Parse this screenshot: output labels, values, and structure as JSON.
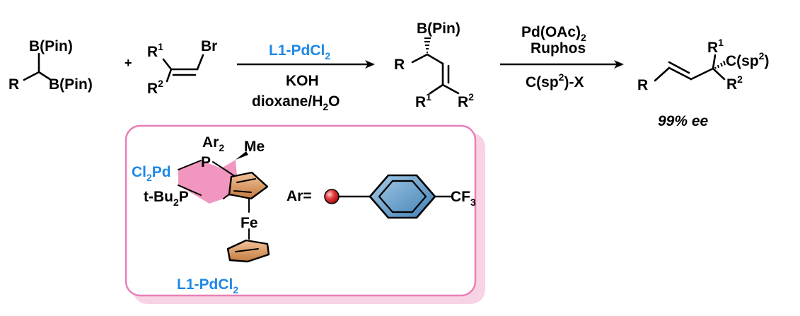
{
  "reactant1": {
    "r": "R",
    "bpin_top": "B(Pin)",
    "bpin_right": "B(Pin)"
  },
  "plus": "+",
  "reactant2": {
    "r1_base": "R",
    "r1_sup": "1",
    "r2_base": "R",
    "r2_sup": "2",
    "br": "Br"
  },
  "arrow1": {
    "catalyst_base": "L1-PdCl",
    "catalyst_sub": "2",
    "base": "KOH",
    "solvent_a": "dioxane/H",
    "solvent_sub": "2",
    "solvent_b": "O"
  },
  "intermediate": {
    "bpin": "B(Pin)",
    "r": "R",
    "r1_base": "R",
    "r1_sup": "1",
    "r2_base": "R",
    "r2_sup": "2"
  },
  "arrow2": {
    "pd_a": "Pd(OAc)",
    "pd_sub": "2",
    "ligand": "Ruphos",
    "reagent_a": "C(sp",
    "reagent_sup": "2",
    "reagent_b": ")-X"
  },
  "product": {
    "r": "R",
    "r1_base": "R",
    "r1_sup": "1",
    "r2_base": "R",
    "r2_sup": "2",
    "csp_a": "C(sp",
    "csp_sup": "2",
    "csp_b": ")",
    "ee": "99% ee"
  },
  "ligand_box": {
    "ar2_base": "Ar",
    "ar2_sub": "2",
    "me": "Me",
    "p_top": "P",
    "cl2pd_a": "Cl",
    "cl2pd_sub": "2",
    "cl2pd_b": "Pd",
    "tbu_a": "t-Bu",
    "tbu_sub": "2",
    "tbu_b": "P",
    "fe": "Fe",
    "ar_eq": "Ar=",
    "cf3_a": "CF",
    "cf3_sub": "3",
    "name_base": "L1-PdCl",
    "name_sub": "2"
  },
  "colors": {
    "catalyst_blue": "#1e88e5",
    "box_border": "#e87fb6",
    "box_shadow": "#f8d3e6",
    "metallacycle_pink": "#f08cb8",
    "cp_orange": "#d9925a",
    "aryl_blue": "#6aa2cc",
    "sphere_red": "#e52b2b"
  }
}
